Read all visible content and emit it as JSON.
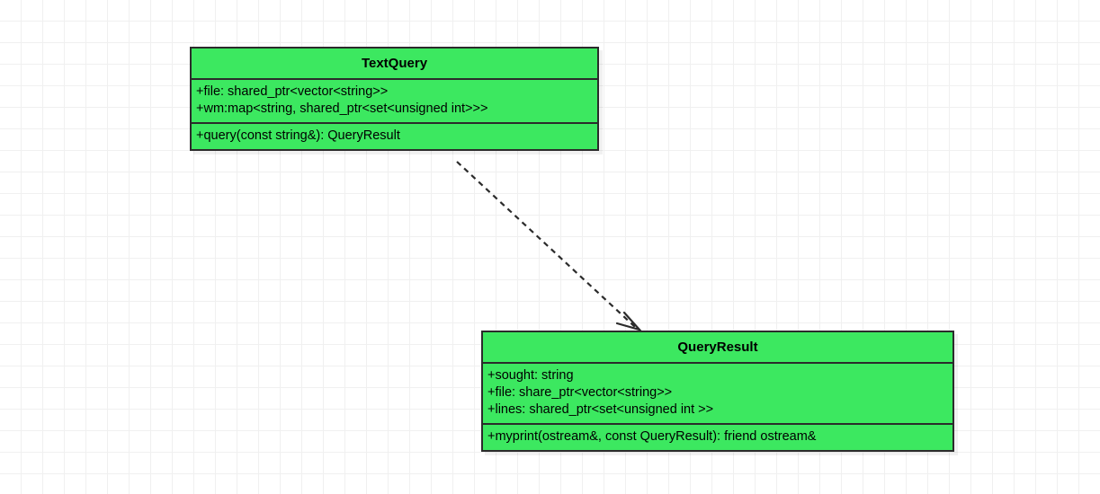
{
  "diagram": {
    "type": "uml-class-diagram",
    "background": {
      "color": "#ffffff",
      "grid_color": "#f0f0f0",
      "grid_size": 24
    },
    "style": {
      "class_fill": "#3CE860",
      "class_border": "#2b2b2b",
      "text_color": "#000000"
    },
    "classes": [
      {
        "id": "textquery",
        "name": "TextQuery",
        "attributes": [
          "+file: shared_ptr<vector<string>>",
          "+wm:map<string, shared_ptr<set<unsigned int>>>"
        ],
        "operations": [
          "+query(const string&): QueryResult"
        ]
      },
      {
        "id": "queryresult",
        "name": "QueryResult",
        "attributes": [
          "+sought: string",
          "+file: share_ptr<vector<string>>",
          "+lines: shared_ptr<set<unsigned int >>"
        ],
        "operations": [
          "+myprint(ostream&, const QueryResult): friend ostream&"
        ]
      }
    ],
    "relationships": [
      {
        "id": "dependency-1",
        "kind": "dependency",
        "line_style": "dashed",
        "arrowhead": "open",
        "from": "textquery",
        "to": "queryresult",
        "label": ""
      }
    ]
  }
}
